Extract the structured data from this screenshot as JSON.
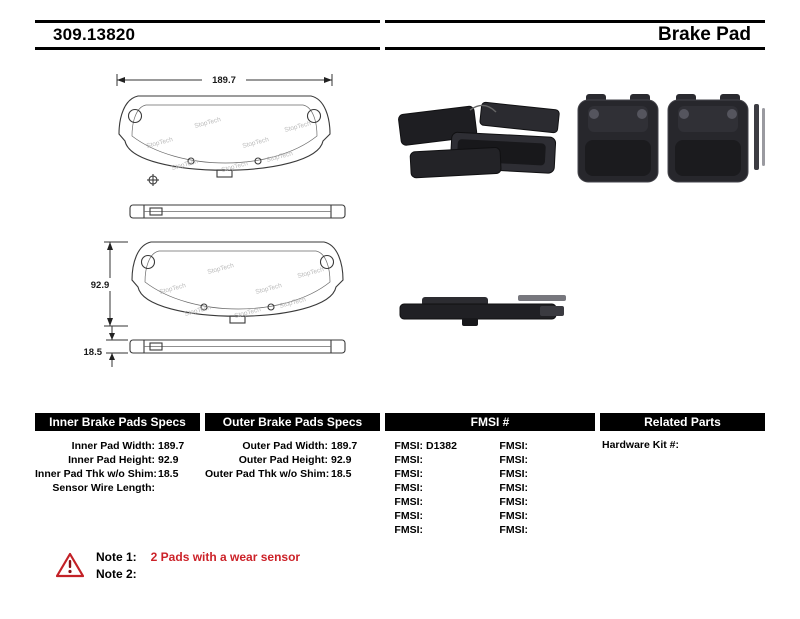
{
  "header": {
    "part_number": "309.13820",
    "title": "Brake Pad"
  },
  "diagram": {
    "dim_width": "189.7",
    "dim_height": "92.9",
    "dim_thickness": "18.5",
    "watermark": "StopTech"
  },
  "tables": {
    "inner": {
      "header": "Inner Brake Pads Specs",
      "rows": [
        {
          "label": "Inner Pad Width:",
          "value": "189.7"
        },
        {
          "label": "Inner Pad Height:",
          "value": "92.9"
        },
        {
          "label": "Inner Pad Thk w/o Shim:",
          "value": "18.5"
        },
        {
          "label": "Sensor Wire Length:",
          "value": ""
        }
      ]
    },
    "outer": {
      "header": "Outer Brake Pads Specs",
      "rows": [
        {
          "label": "Outer Pad Width:",
          "value": "189.7"
        },
        {
          "label": "Outer Pad Height:",
          "value": "92.9"
        },
        {
          "label": "Outer Pad Thk w/o Shim:",
          "value": "18.5"
        }
      ]
    },
    "fmsi": {
      "header": "FMSI #",
      "left_rows": [
        {
          "label": "FMSI:",
          "value": "D1382"
        },
        {
          "label": "FMSI:",
          "value": ""
        },
        {
          "label": "FMSI:",
          "value": ""
        },
        {
          "label": "FMSI:",
          "value": ""
        },
        {
          "label": "FMSI:",
          "value": ""
        },
        {
          "label": "FMSI:",
          "value": ""
        },
        {
          "label": "FMSI:",
          "value": ""
        }
      ],
      "right_rows": [
        {
          "label": "FMSI:",
          "value": ""
        },
        {
          "label": "FMSI:",
          "value": ""
        },
        {
          "label": "FMSI:",
          "value": ""
        },
        {
          "label": "FMSI:",
          "value": ""
        },
        {
          "label": "FMSI:",
          "value": ""
        },
        {
          "label": "FMSI:",
          "value": ""
        },
        {
          "label": "FMSI:",
          "value": ""
        }
      ]
    },
    "related": {
      "header": "Related Parts",
      "rows": [
        {
          "label": "Hardware Kit #:",
          "value": ""
        }
      ]
    }
  },
  "notes": {
    "note1_label": "Note 1:",
    "note1_text": "2 Pads with a wear sensor",
    "note2_label": "Note 2:",
    "note2_text": ""
  },
  "colors": {
    "accent_red": "#cc2229",
    "table_header_bg": "#000000"
  }
}
